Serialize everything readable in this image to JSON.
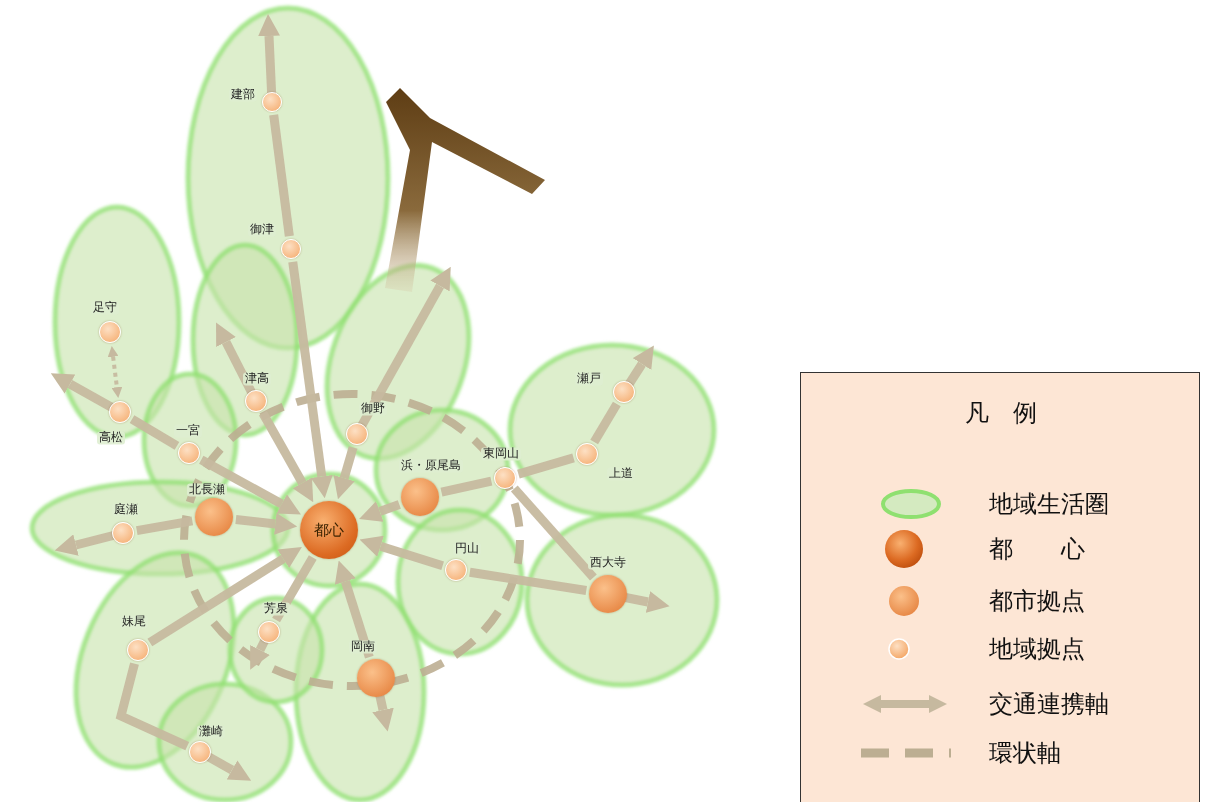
{
  "diagram": {
    "nodes": [
      {
        "text": [
          "建部"
        ]
      },
      {
        "text": [
          "御津"
        ]
      },
      {
        "text": [
          "足守"
        ]
      },
      {
        "text": [
          "瀬戸"
        ]
      },
      {
        "text": [
          "津高"
        ]
      },
      {
        "text": [
          "御野"
        ]
      },
      {
        "text": [
          "高松"
        ]
      },
      {
        "text": [
          "一宮"
        ]
      },
      {
        "text": [
          "東岡山"
        ]
      },
      {
        "text": [
          "浜・原尾島"
        ]
      },
      {
        "text": [
          "上道"
        ]
      },
      {
        "text": [
          "北長瀬"
        ]
      },
      {
        "text": [
          "庭瀬"
        ]
      },
      {
        "text": [
          "都心"
        ]
      },
      {
        "text": [
          "円山"
        ]
      },
      {
        "text": [
          "西大寺"
        ]
      },
      {
        "text": [
          "妹尾"
        ]
      },
      {
        "text": [
          "芳泉"
        ]
      },
      {
        "text": [
          "岡南"
        ]
      },
      {
        "text": [
          "灘崎"
        ]
      }
    ],
    "edges": [
      {
        "from": 1,
        "to": 0,
        "arrow": "none"
      },
      {
        "from": 1,
        "to": 13,
        "arrow": "to"
      },
      {
        "from": 4,
        "to": 13,
        "arrow": "to"
      },
      {
        "from": 5,
        "to": 13,
        "arrow": "to"
      },
      {
        "from": 2,
        "to": 6,
        "arrow": "both"
      },
      {
        "from": 6,
        "to": 7,
        "arrow": "none"
      },
      {
        "from": 7,
        "to": 13,
        "arrow": "to"
      },
      {
        "from": 11,
        "to": 12,
        "arrow": "none"
      },
      {
        "from": 11,
        "to": 13,
        "arrow": "to"
      },
      {
        "from": 16,
        "to": 13,
        "arrow": "to"
      },
      {
        "from": 16,
        "to": 19,
        "arrow": "none"
      },
      {
        "from": 13,
        "to": 17,
        "arrow": "none"
      },
      {
        "from": 18,
        "to": 13,
        "arrow": "to"
      },
      {
        "from": 14,
        "to": 13,
        "arrow": "to"
      },
      {
        "from": 14,
        "to": 15,
        "arrow": "none"
      },
      {
        "from": 9,
        "to": 13,
        "arrow": "to"
      },
      {
        "from": 8,
        "to": 9,
        "arrow": "none"
      },
      {
        "from": 8,
        "to": 10,
        "arrow": "none"
      },
      {
        "from": 10,
        "to": 3,
        "arrow": "none"
      },
      {
        "from": 8,
        "to": 15,
        "arrow": "none"
      }
    ],
    "labels": [
      "凡　例"
    ],
    "legend": [
      {
        "text": "地域生活圏"
      },
      {
        "text": "都　　心"
      },
      {
        "text": "都市拠点"
      },
      {
        "text": "地域拠点"
      },
      {
        "text": "交通連携軸"
      },
      {
        "text": "環状軸"
      }
    ]
  }
}
